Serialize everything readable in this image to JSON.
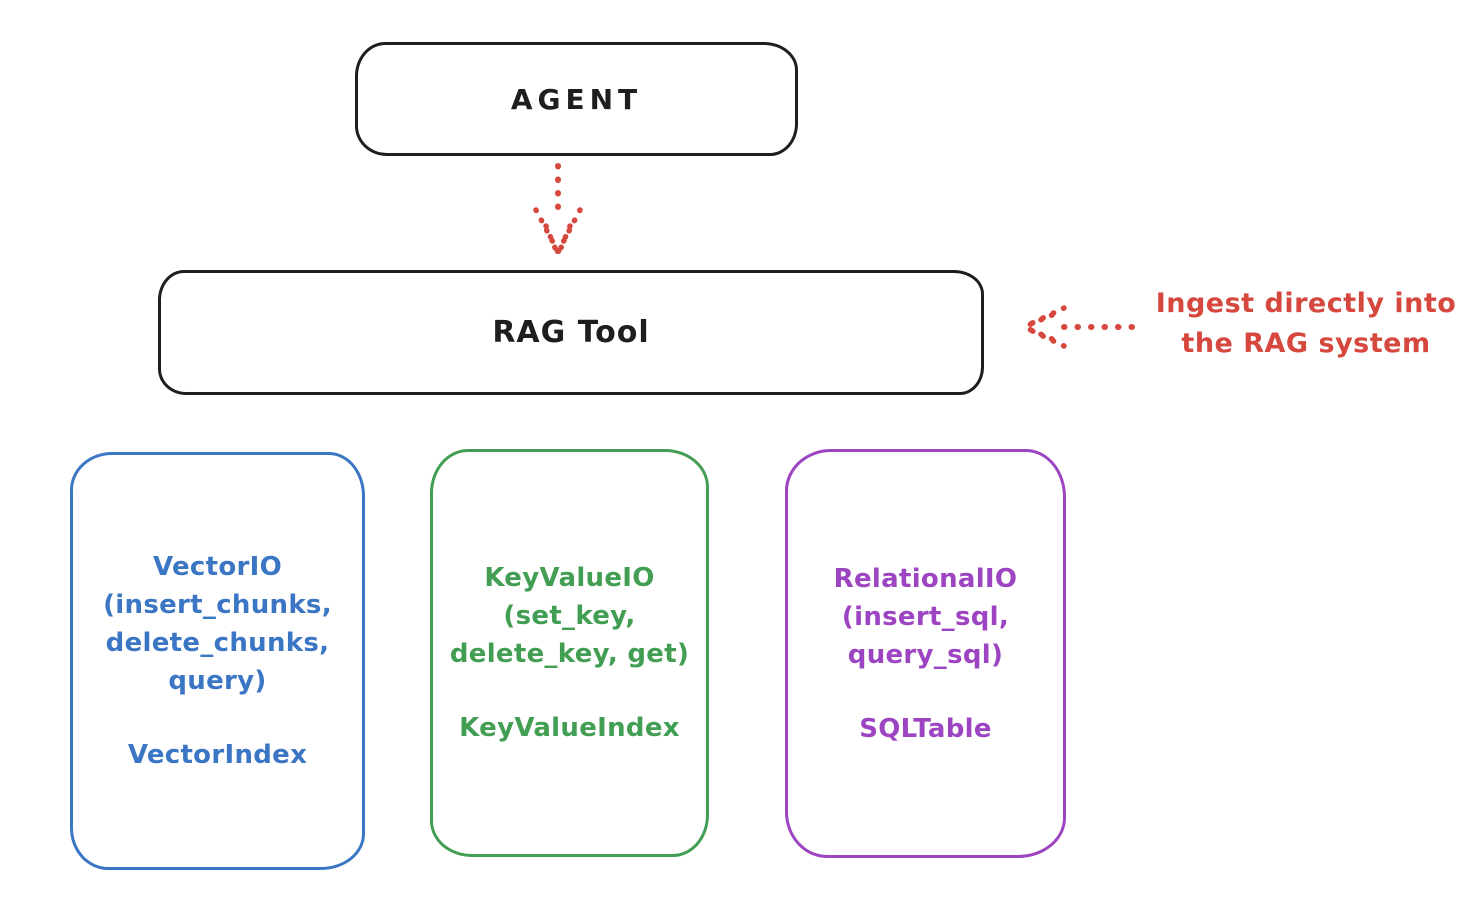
{
  "diagram": {
    "agent": {
      "label": "AGENT"
    },
    "rag_tool": {
      "label": "RAG Tool"
    },
    "annotation": {
      "line1": "Ingest directly into",
      "line2": "the RAG system"
    },
    "stores": [
      {
        "title": "VectorIO",
        "lines": [
          "(insert_chunks,",
          "delete_chunks,",
          "query)"
        ],
        "index_label": "VectorIndex",
        "color": "#3b76c4"
      },
      {
        "title": "KeyValueIO",
        "lines": [
          "(set_key,",
          "delete_key, get)"
        ],
        "index_label": "KeyValueIndex",
        "color": "#429e53"
      },
      {
        "title": "RelationalIO",
        "lines": [
          "(insert_sql,",
          "query_sql)"
        ],
        "index_label": "SQLTable",
        "color": "#9c44c1"
      }
    ],
    "colors": {
      "stroke": "#1e1e1e",
      "accent_red": "#d6473e",
      "vector_blue": "#3b76c4",
      "keyvalue_green": "#429e53",
      "relational_purple": "#9c44c1",
      "background": "#ffffff"
    }
  }
}
